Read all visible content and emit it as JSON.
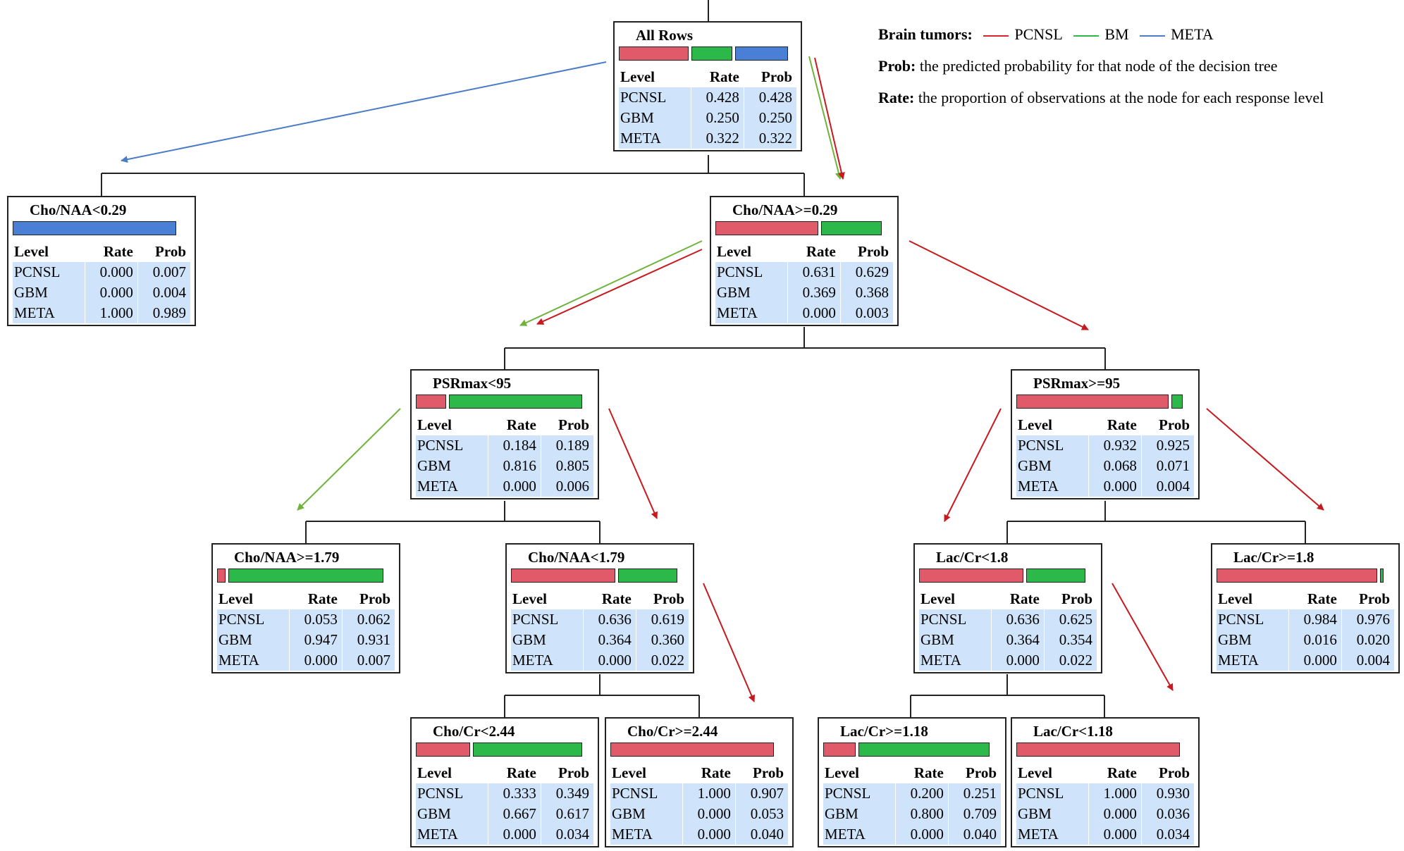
{
  "colors": {
    "PCNSL": "#e05a6a",
    "BM": "#2db84a",
    "META": "#4a7fd6",
    "table_bg": "#cfe4fa",
    "arrow_red": "#c8191e",
    "arrow_green": "#6fb33c",
    "arrow_blue": "#4a7cc7"
  },
  "legend": {
    "title": "Brain tumors:",
    "items": [
      {
        "label": "PCNSL",
        "color": "#d6262e"
      },
      {
        "label": "BM",
        "color": "#2db84a"
      },
      {
        "label": "META",
        "color": "#4a7cc7"
      }
    ],
    "prob_term": "Prob:",
    "prob_text": "the predicted probability for that node of the decision tree",
    "rate_term": "Rate:",
    "rate_text": "the proportion of observations at the node for each response level"
  },
  "table_headers": [
    "Level",
    "Rate",
    "Prob"
  ],
  "nodes": [
    {
      "id": "root",
      "title": "All Rows",
      "rows": [
        [
          "PCNSL",
          "0.428",
          "0.428"
        ],
        [
          "GBM",
          "0.250",
          "0.250"
        ],
        [
          "META",
          "0.322",
          "0.322"
        ]
      ]
    },
    {
      "id": "n1",
      "title": "Cho/NAA<0.29",
      "rows": [
        [
          "PCNSL",
          "0.000",
          "0.007"
        ],
        [
          "GBM",
          "0.000",
          "0.004"
        ],
        [
          "META",
          "1.000",
          "0.989"
        ]
      ]
    },
    {
      "id": "n2",
      "title": "Cho/NAA>=0.29",
      "rows": [
        [
          "PCNSL",
          "0.631",
          "0.629"
        ],
        [
          "GBM",
          "0.369",
          "0.368"
        ],
        [
          "META",
          "0.000",
          "0.003"
        ]
      ]
    },
    {
      "id": "n3",
      "title": "PSRmax<95",
      "rows": [
        [
          "PCNSL",
          "0.184",
          "0.189"
        ],
        [
          "GBM",
          "0.816",
          "0.805"
        ],
        [
          "META",
          "0.000",
          "0.006"
        ]
      ]
    },
    {
      "id": "n4",
      "title": "PSRmax>=95",
      "rows": [
        [
          "PCNSL",
          "0.932",
          "0.925"
        ],
        [
          "GBM",
          "0.068",
          "0.071"
        ],
        [
          "META",
          "0.000",
          "0.004"
        ]
      ]
    },
    {
      "id": "n5",
      "title": "Cho/NAA>=1.79",
      "rows": [
        [
          "PCNSL",
          "0.053",
          "0.062"
        ],
        [
          "GBM",
          "0.947",
          "0.931"
        ],
        [
          "META",
          "0.000",
          "0.007"
        ]
      ]
    },
    {
      "id": "n6",
      "title": "Cho/NAA<1.79",
      "rows": [
        [
          "PCNSL",
          "0.636",
          "0.619"
        ],
        [
          "GBM",
          "0.364",
          "0.360"
        ],
        [
          "META",
          "0.000",
          "0.022"
        ]
      ]
    },
    {
      "id": "n7",
      "title": "Lac/Cr<1.8",
      "rows": [
        [
          "PCNSL",
          "0.636",
          "0.625"
        ],
        [
          "GBM",
          "0.364",
          "0.354"
        ],
        [
          "META",
          "0.000",
          "0.022"
        ]
      ]
    },
    {
      "id": "n8",
      "title": "Lac/Cr>=1.8",
      "rows": [
        [
          "PCNSL",
          "0.984",
          "0.976"
        ],
        [
          "GBM",
          "0.016",
          "0.020"
        ],
        [
          "META",
          "0.000",
          "0.004"
        ]
      ]
    },
    {
      "id": "n9",
      "title": "Cho/Cr<2.44",
      "rows": [
        [
          "PCNSL",
          "0.333",
          "0.349"
        ],
        [
          "GBM",
          "0.667",
          "0.617"
        ],
        [
          "META",
          "0.000",
          "0.034"
        ]
      ]
    },
    {
      "id": "n10",
      "title": "Cho/Cr>=2.44",
      "rows": [
        [
          "PCNSL",
          "1.000",
          "0.907"
        ],
        [
          "GBM",
          "0.000",
          "0.053"
        ],
        [
          "META",
          "0.000",
          "0.040"
        ]
      ]
    },
    {
      "id": "n11",
      "title": "Lac/Cr>=1.18",
      "rows": [
        [
          "PCNSL",
          "0.200",
          "0.251"
        ],
        [
          "GBM",
          "0.800",
          "0.709"
        ],
        [
          "META",
          "0.000",
          "0.040"
        ]
      ]
    },
    {
      "id": "n12",
      "title": "Lac/Cr<1.18",
      "rows": [
        [
          "PCNSL",
          "1.000",
          "0.930"
        ],
        [
          "GBM",
          "0.000",
          "0.036"
        ],
        [
          "META",
          "0.000",
          "0.034"
        ]
      ]
    }
  ]
}
